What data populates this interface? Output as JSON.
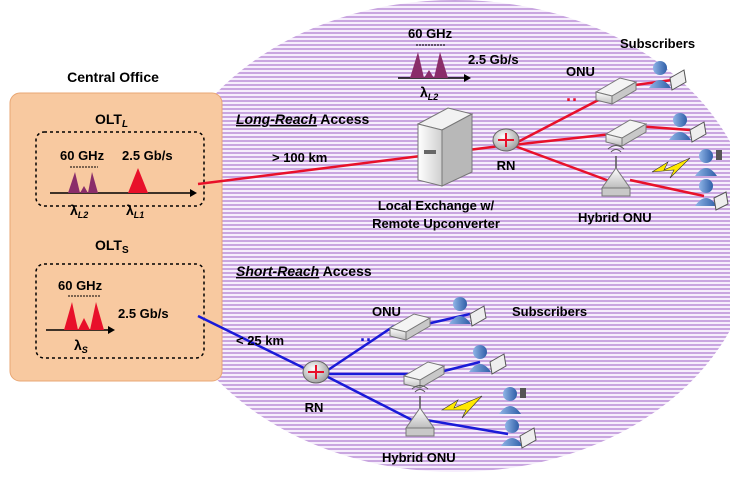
{
  "central_office": {
    "title": "Central Office",
    "olt_long": {
      "label": "OLT",
      "subscript": "L",
      "freq": "60 GHz",
      "rate": "2.5 Gb/s",
      "lambda1": "λ",
      "lambda1_sub": "L2",
      "lambda2": "λ",
      "lambda2_sub": "L1"
    },
    "olt_short": {
      "label": "OLT",
      "subscript": "S",
      "freq": "60 GHz",
      "rate": "2.5 Gb/s",
      "lambda": "λ",
      "lambda_sub": "S"
    }
  },
  "long_reach": {
    "title_italic": "Long-Reach",
    "title_rest": " Access",
    "distance": "> 100 km",
    "exchange_line1": "Local Exchange w/",
    "exchange_line2": "Remote Upconverter",
    "rn": "RN",
    "onu": "ONU",
    "hybrid_onu": "Hybrid ONU",
    "subscribers": "Subscribers",
    "spectrum_freq": "60 GHz",
    "spectrum_rate": "2.5 Gb/s",
    "spectrum_lambda": "λ",
    "spectrum_lambda_sub": "L2",
    "dots": "··"
  },
  "short_reach": {
    "title_italic": "Short-Reach",
    "title_rest": " Access",
    "distance": "< 25 km",
    "rn": "RN",
    "onu": "ONU",
    "hybrid_onu": "Hybrid ONU",
    "subscribers": "Subscribers",
    "dots": "··"
  },
  "colors": {
    "long_link": "#e8102a",
    "short_link": "#1a1ad8",
    "office_fill": "#f8c9a0",
    "spectrum_purple": "#8a2d6a",
    "spectrum_red": "#e8102a",
    "ellipse_stripe": "#c9a6e0"
  }
}
